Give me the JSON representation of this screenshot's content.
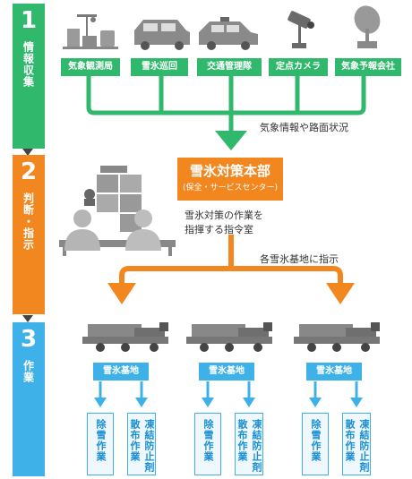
{
  "steps": [
    {
      "number": "1",
      "label": "情報収集"
    },
    {
      "number": "2",
      "label": "判断・指示"
    },
    {
      "number": "3",
      "label": "作業"
    }
  ],
  "sources": [
    {
      "label": "気象観測局",
      "icon": "weather-station-icon"
    },
    {
      "label": "雪氷巡回",
      "icon": "patrol-car-icon"
    },
    {
      "label": "交通管理隊",
      "icon": "traffic-control-car-icon"
    },
    {
      "label": "定点カメラ",
      "icon": "fixed-camera-icon"
    },
    {
      "label": "気象予報会社",
      "icon": "satellite-dish-icon"
    }
  ],
  "info_flow_label": "気象情報や路面状況",
  "hq": {
    "title": "雪氷対策本部",
    "subtitle": "(保全・サービスセンター)",
    "description_line1": "雪氷対策の作業を",
    "description_line2": "指揮する指令室"
  },
  "instruction_label": "各雪氷基地に指示",
  "bases": [
    {
      "label": "雪氷基地",
      "work1": "除雪作業",
      "work2": "凍結防止剤散布作業"
    },
    {
      "label": "雪氷基地",
      "work1": "除雪作業",
      "work2": "凍結防止剤散布作業"
    },
    {
      "label": "雪氷基地",
      "work1": "除雪作業",
      "work2": "凍結防止剤散布作業"
    }
  ],
  "colors": {
    "green": "#30b86c",
    "orange": "#f3871f",
    "blue": "#3eb2e8"
  }
}
